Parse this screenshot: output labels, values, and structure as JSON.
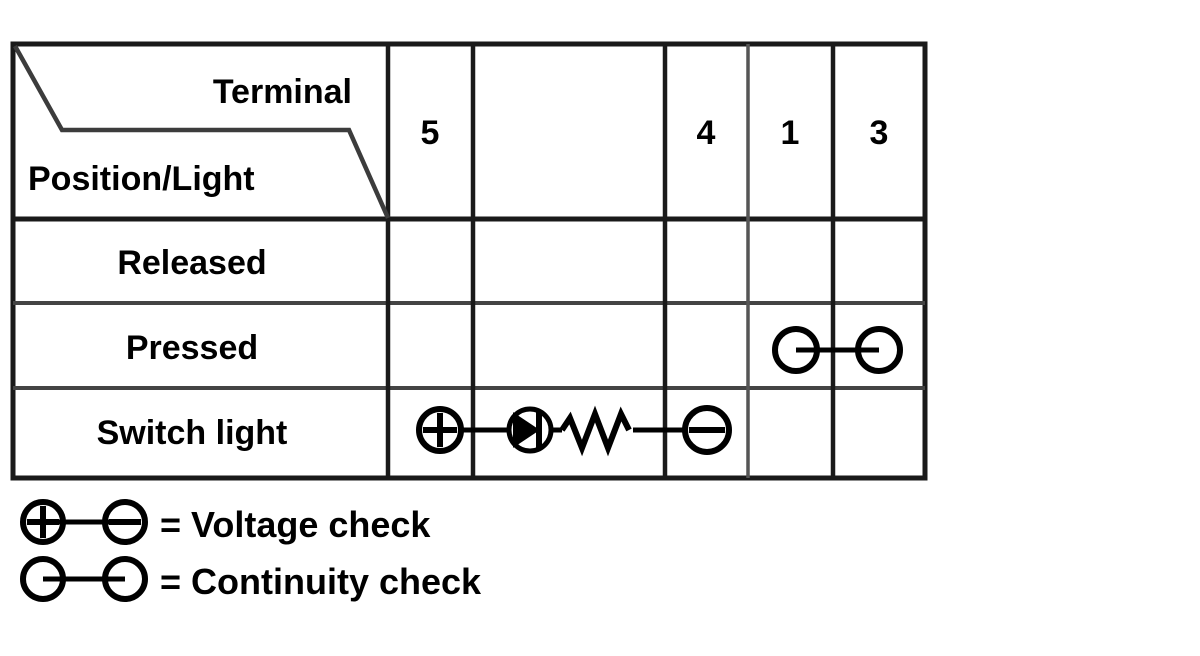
{
  "figure": {
    "kind": "switch-test-table",
    "background_color": "#ffffff",
    "line_color": "#1a1a1a"
  },
  "table": {
    "corner": {
      "top_label": "Terminal",
      "bottom_label": "Position/Light",
      "divider": "stepped-diagonal"
    },
    "columns": [
      {
        "key": "c5",
        "header": "5"
      },
      {
        "key": "c_blank1",
        "header": ""
      },
      {
        "key": "c4",
        "header": "4"
      },
      {
        "key": "c1",
        "header": "1"
      },
      {
        "key": "c3",
        "header": "3"
      }
    ],
    "rows": [
      {
        "label": "Released",
        "cells": [
          "",
          "",
          "",
          "",
          ""
        ]
      },
      {
        "label": "Pressed",
        "cells": [
          "",
          "",
          "",
          "",
          ""
        ],
        "marking": {
          "type": "continuity-check",
          "symbol": "circle-line-circle",
          "spans_columns": [
            "c1",
            "c3"
          ]
        }
      },
      {
        "label": "Switch light",
        "cells": [
          "",
          "",
          "",
          "",
          ""
        ],
        "marking": {
          "type": "voltage-check",
          "symbol": "plus-circle-led-resistor-minus-circle",
          "elements": [
            "plus-terminal",
            "wire",
            "led-diode",
            "resistor",
            "wire",
            "minus-terminal"
          ],
          "spans_columns": [
            "c5",
            "c_blank1",
            "c4"
          ]
        }
      }
    ]
  },
  "legend": {
    "items": [
      {
        "symbol": "plus-circle-line-minus-circle",
        "symbol_left": "+",
        "symbol_right": "−",
        "text": "= Voltage check"
      },
      {
        "symbol": "circle-line-circle",
        "symbol_left": "",
        "symbol_right": "",
        "text": "= Continuity check"
      }
    ]
  }
}
